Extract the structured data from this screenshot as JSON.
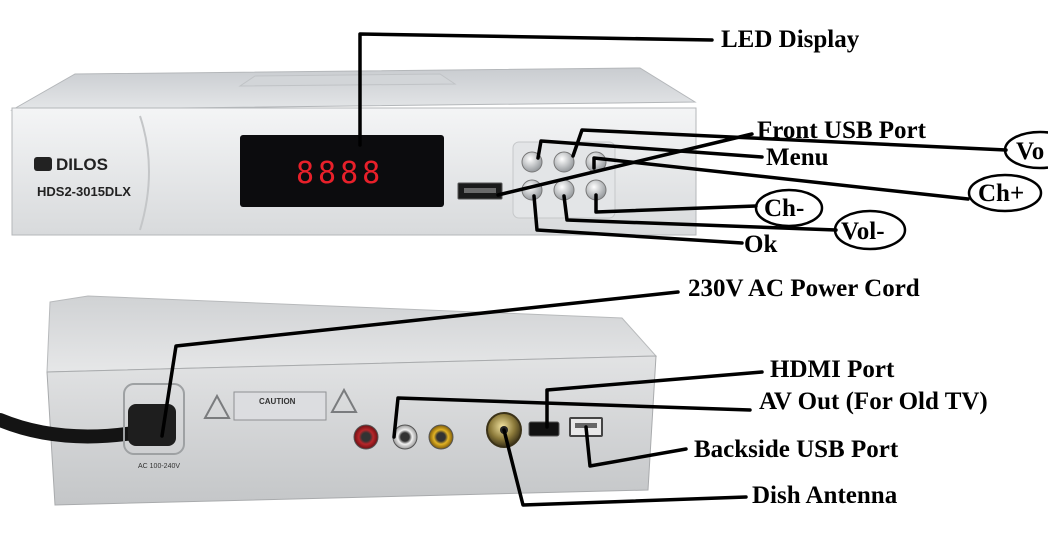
{
  "device": {
    "brand": "DILOS",
    "model": "HDS2-3015DLX",
    "led_readout": "8888",
    "caution_title": "CAUTION"
  },
  "labels": {
    "led_display": "LED Display",
    "front_usb": "Front USB Port",
    "menu": "Menu",
    "vol_plus": "Vo",
    "ch_plus": "Ch+",
    "ch_minus": "Ch-",
    "vol_minus": "Vol-",
    "ok": "Ok",
    "power_cord": "230V AC Power Cord",
    "hdmi": "HDMI Port",
    "av_out": "AV Out (For Old TV)",
    "back_usb": "Backside USB Port",
    "dish": "Dish Antenna"
  }
}
